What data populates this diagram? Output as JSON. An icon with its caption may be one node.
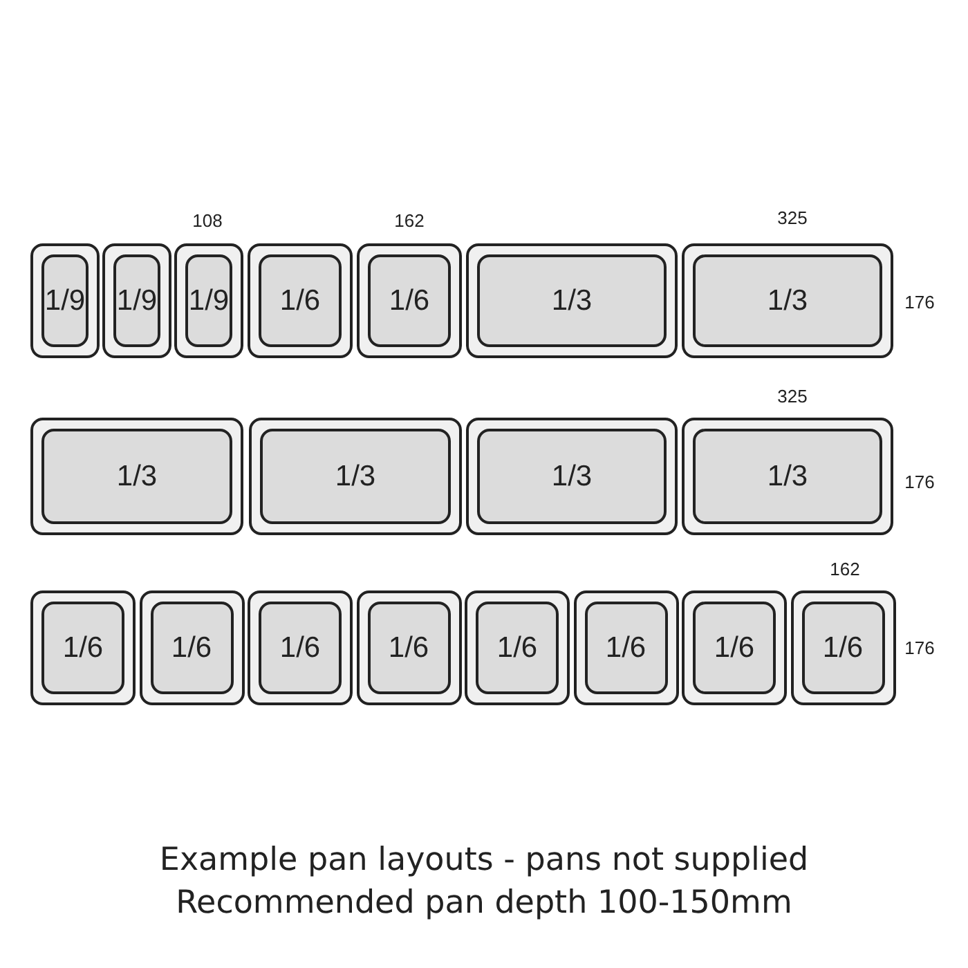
{
  "diagram": {
    "nodes": [
      {
        "text": [
          "1/9"
        ]
      },
      {
        "text": [
          "1/9"
        ]
      },
      {
        "text": [
          "1/9"
        ]
      },
      {
        "text": [
          "1/6"
        ]
      },
      {
        "text": [
          "1/6"
        ]
      },
      {
        "text": [
          "1/3"
        ]
      },
      {
        "text": [
          "1/3"
        ]
      },
      {
        "text": [
          "1/3"
        ]
      },
      {
        "text": [
          "1/3"
        ]
      },
      {
        "text": [
          "1/3"
        ]
      },
      {
        "text": [
          "1/3"
        ]
      },
      {
        "text": [
          "1/6"
        ]
      },
      {
        "text": [
          "1/6"
        ]
      },
      {
        "text": [
          "1/6"
        ]
      },
      {
        "text": [
          "1/6"
        ]
      },
      {
        "text": [
          "1/6"
        ]
      },
      {
        "text": [
          "1/6"
        ]
      },
      {
        "text": [
          "1/6"
        ]
      },
      {
        "text": [
          "1/6"
        ]
      }
    ],
    "labels": [
      "108",
      "162",
      "325",
      "176",
      "325",
      "176",
      "162",
      "176",
      "Example pan layouts - pans not supplied",
      "Recommended pan depth 100-150mm"
    ]
  }
}
